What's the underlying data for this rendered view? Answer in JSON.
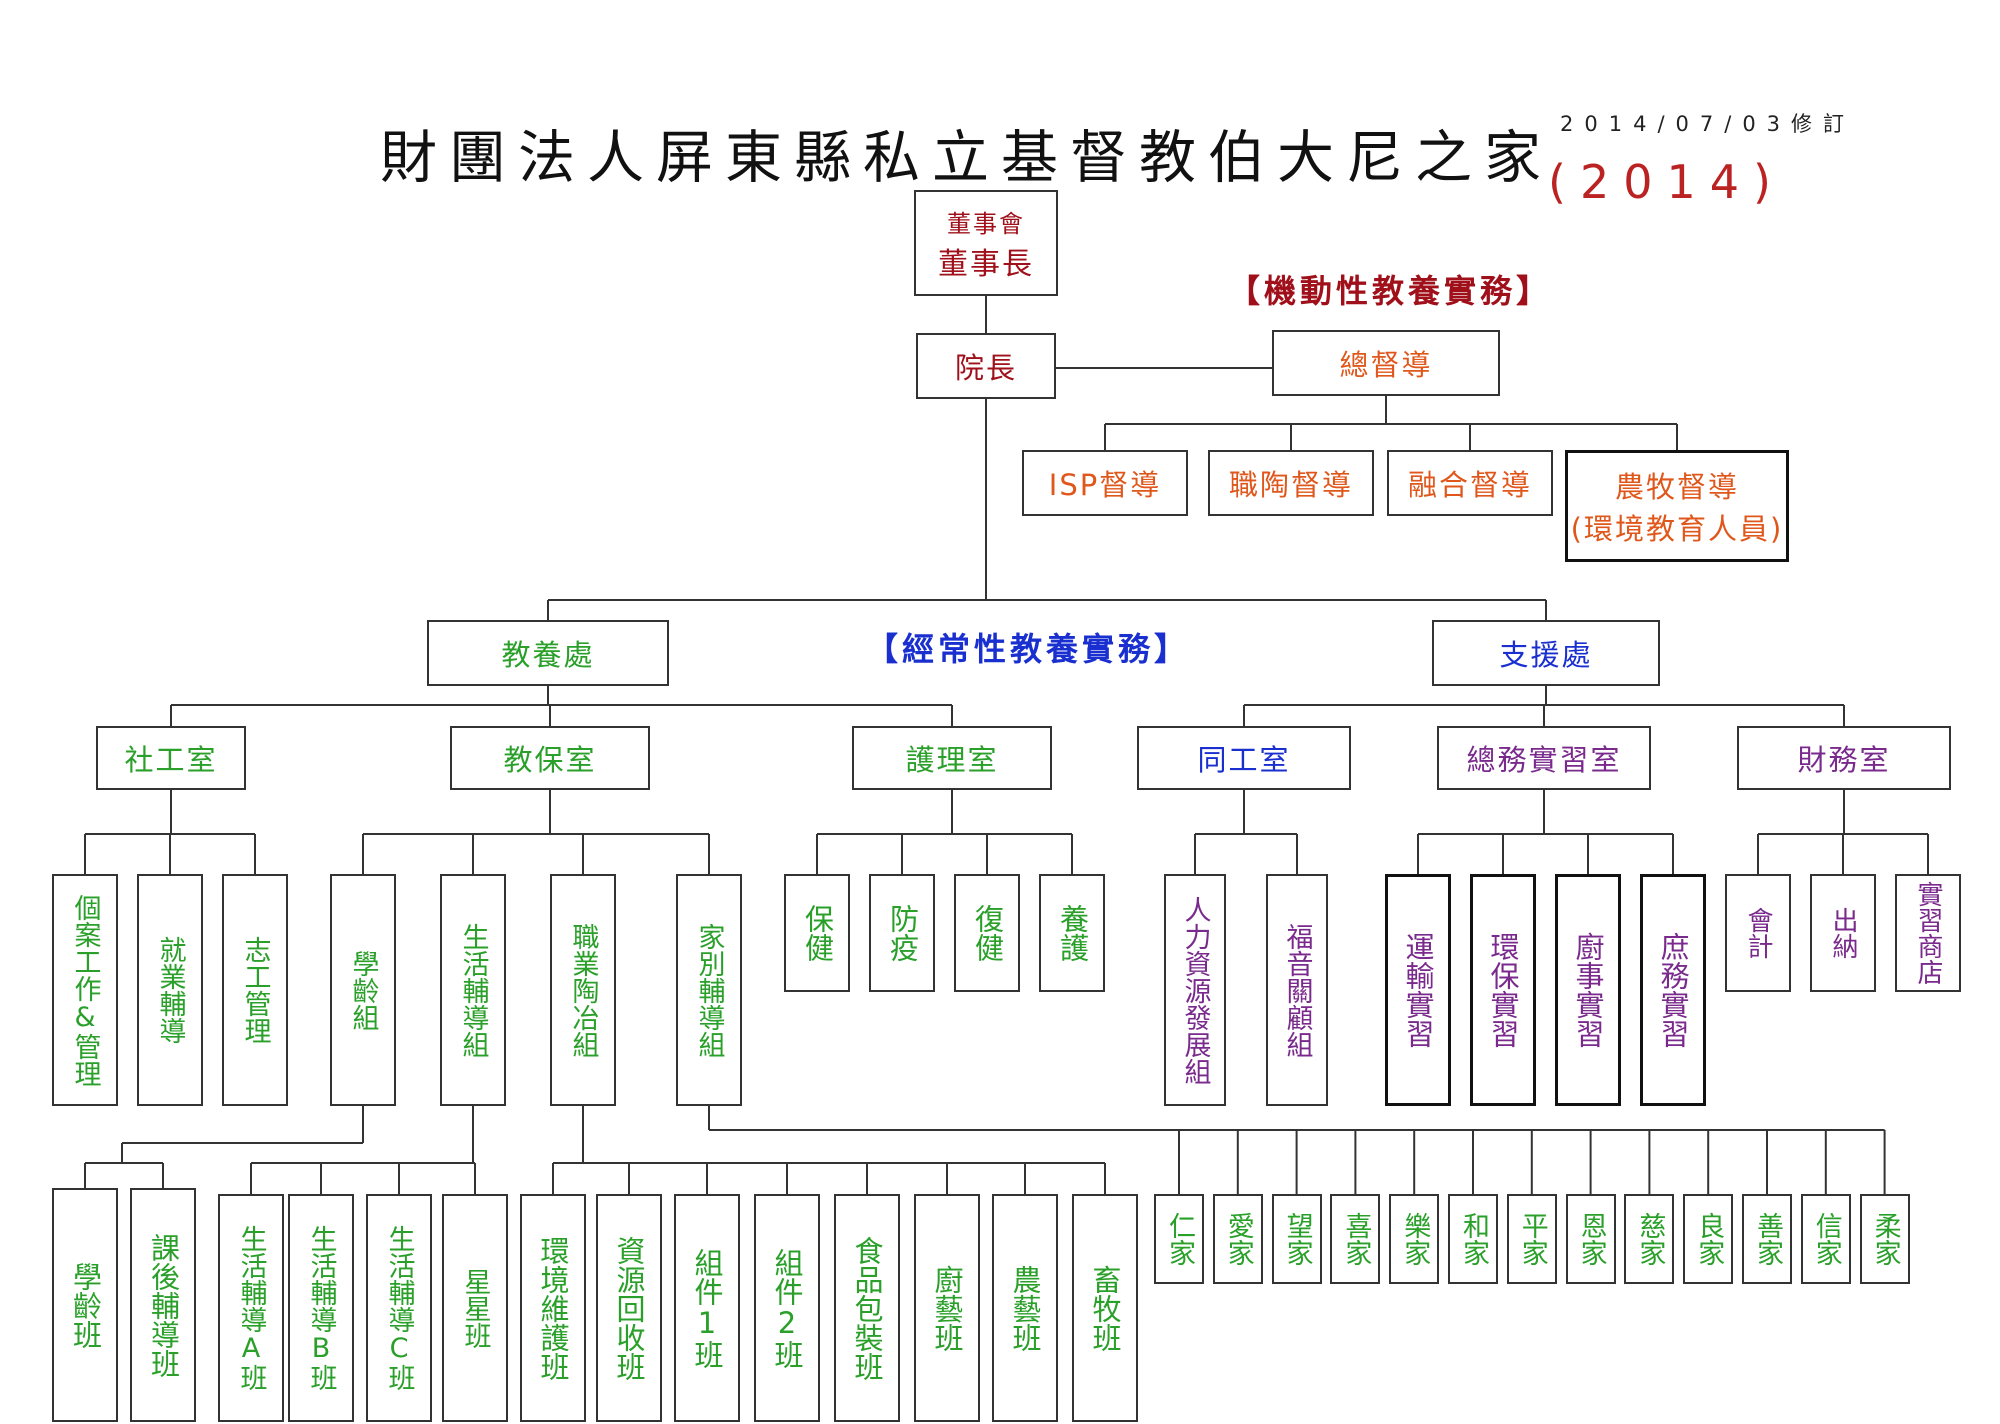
{
  "header": {
    "title": "財團法人屏東縣私立基督教伯大尼之家",
    "revised": "2014/07/03修訂",
    "year": "(2014)"
  },
  "section_labels": {
    "mobile": "【機動性教養實務】",
    "regular": "【經常性教養實務】"
  },
  "colors": {
    "dark_red": "#a0101a",
    "orange": "#e0571c",
    "green": "#2aa02a",
    "blue": "#1a2fd0",
    "purple": "#7a2a8c",
    "line": "#333333"
  },
  "nodes": {
    "board": {
      "line1": "董事會",
      "line2": "董事長"
    },
    "director": "院長",
    "chief_supervisor": "總督導",
    "isp": "ISP督導",
    "vocational_supervisor": "職陶督導",
    "inclusion_supervisor": "融合督導",
    "farm": {
      "line1": "農牧督導",
      "line2": "(環境教育人員)"
    },
    "education_dept": "教養處",
    "support_dept": "支援處",
    "social_work": "社工室",
    "care_office": "教保室",
    "nursing": "護理室",
    "staff_office": "同工室",
    "general_affairs": "總務實習室",
    "finance": "財務室",
    "sw_units": [
      "個案工作&管理",
      "就業輔導",
      "志工管理"
    ],
    "care_units": [
      "學齡組",
      "生活輔導組",
      "職業陶冶組",
      "家別輔導組"
    ],
    "nursing_units": [
      "保健",
      "防疫",
      "復健",
      "養護"
    ],
    "staff_units": [
      "人力資源發展組",
      "福音關顧組"
    ],
    "ga_units": [
      "運輸實習",
      "環保實習",
      "廚事實習",
      "庶務實習"
    ],
    "fin_units": [
      "會計",
      "出納",
      "實習商店"
    ],
    "school_classes": [
      "學齡班",
      "課後輔導班"
    ],
    "life_classes": [
      "生活輔導A班",
      "生活輔導B班",
      "生活輔導C班",
      "星星班"
    ],
    "voc_classes": [
      "環境維護班",
      "資源回收班",
      "組件1班",
      "組件2班",
      "食品包裝班",
      "廚藝班",
      "農藝班",
      "畜牧班"
    ],
    "homes": [
      "仁家",
      "愛家",
      "望家",
      "喜家",
      "樂家",
      "和家",
      "平家",
      "恩家",
      "慈家",
      "良家",
      "善家",
      "信家",
      "柔家"
    ]
  }
}
